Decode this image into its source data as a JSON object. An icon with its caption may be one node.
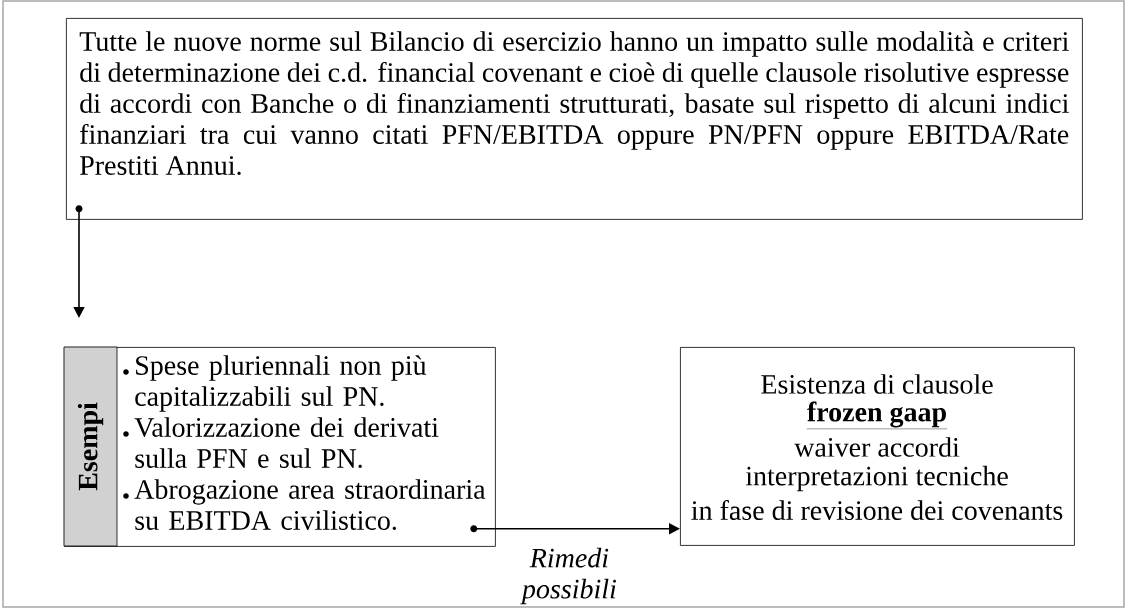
{
  "diagram": {
    "nodes": [
      {
        "text": [
          "Tutte le nuove norme sul Bilancio di esercizio hanno un impatto sulle modalità e criteri di determinazione dei c.d. financial covenant e cioè di quelle clausole risolutive espresse di accordi con Banche o di finanziamenti strutturati, basate sul rispetto di alcuni indici finanziari tra cui vanno citati PFN/EBITDA oppure PN/PFN oppure EBITDA/Rate Prestiti Annui."
        ]
      },
      {
        "text": [],
        "shape": "circle",
        "in": 0
      },
      {
        "text": [
          "Esempi",
          "Spese pluriennali non più capitalizzabili sul PN.",
          "Valorizzazione dei derivati sulla PFN e sul PN.",
          "Abrogazione area straordinaria su EBITDA civilistico."
        ]
      },
      {
        "text": [],
        "shape": "circle",
        "in": 2
      },
      {
        "text": [
          "Esistenza di clausole",
          "frozen gaap",
          "waiver accordi",
          "interpretazioni tecniche",
          "in fase di revisione dei covenants"
        ]
      }
    ],
    "edges": [
      {
        "from": 1,
        "to": 2,
        "arrow": "to"
      },
      {
        "from": 3,
        "to": 4,
        "arrow": "to",
        "label": "Rimedi possibili"
      }
    ]
  }
}
